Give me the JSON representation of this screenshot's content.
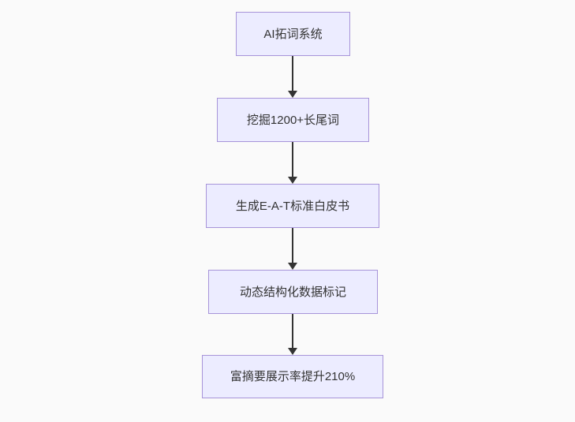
{
  "diagram": {
    "type": "flowchart",
    "direction": "top-down",
    "nodes": [
      {
        "id": "n1",
        "label": "AI拓词系统"
      },
      {
        "id": "n2",
        "label": "挖掘1200+长尾词"
      },
      {
        "id": "n3",
        "label": "生成E-A-T标准白皮书"
      },
      {
        "id": "n4",
        "label": "动态结构化数据标记"
      },
      {
        "id": "n5",
        "label": "富摘要展示率提升210%"
      }
    ],
    "edges": [
      {
        "from": "n1",
        "to": "n2"
      },
      {
        "from": "n2",
        "to": "n3"
      },
      {
        "from": "n3",
        "to": "n4"
      },
      {
        "from": "n4",
        "to": "n5"
      }
    ],
    "colors": {
      "background": "#fafafa",
      "node_fill": "#ececff",
      "node_border": "#a794d9",
      "text": "#333333",
      "arrow": "#333333"
    }
  }
}
